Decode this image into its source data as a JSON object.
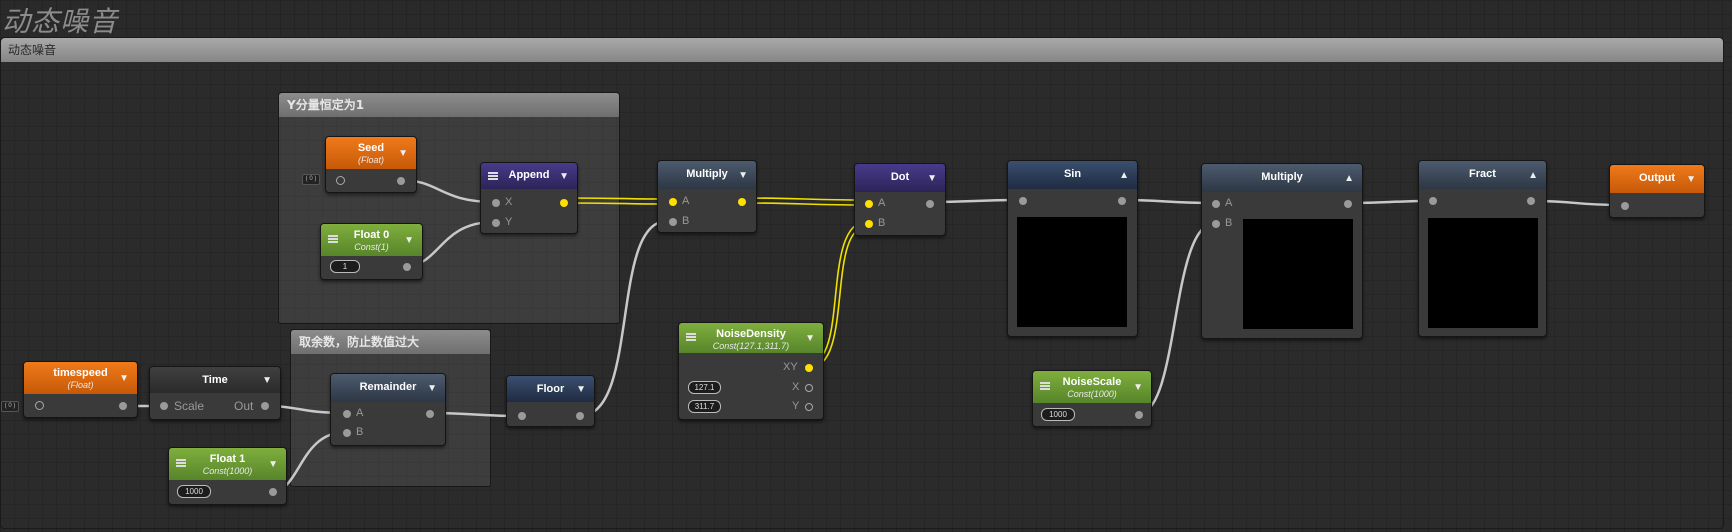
{
  "graph_title": "动态噪音",
  "outer_group_label": "动态噪音",
  "groups": {
    "y_const": "Y分量恒定为1",
    "remainder": "取余数，防止数值过大"
  },
  "nodes": {
    "seed": {
      "title": "Seed",
      "sub": "(Float)",
      "mini": "( 0 )"
    },
    "float0": {
      "title": "Float 0",
      "sub": "Const(1)",
      "value": "1"
    },
    "append": {
      "title": "Append",
      "in_x": "X",
      "in_y": "Y"
    },
    "multiply1": {
      "title": "Multiply",
      "in_a": "A",
      "in_b": "B"
    },
    "dot": {
      "title": "Dot",
      "in_a": "A",
      "in_b": "B"
    },
    "sin": {
      "title": "Sin"
    },
    "multiply2": {
      "title": "Multiply",
      "in_a": "A",
      "in_b": "B"
    },
    "fract": {
      "title": "Fract"
    },
    "output": {
      "title": "Output"
    },
    "noise_density": {
      "title": "NoiseDensity",
      "sub": "Const(127.1,311.7)",
      "out_xy": "XY",
      "out_x": "X",
      "out_y": "Y",
      "val_x": "127.1",
      "val_y": "311.7"
    },
    "noise_scale": {
      "title": "NoiseScale",
      "sub": "Const(1000)",
      "value": "1000"
    },
    "timespeed": {
      "title": "timespeed",
      "sub": "(Float)",
      "mini": "( 0 )"
    },
    "time": {
      "title": "Time",
      "in_scale": "Scale",
      "out_out": "Out"
    },
    "remainder": {
      "title": "Remainder",
      "in_a": "A",
      "in_b": "B"
    },
    "float1": {
      "title": "Float 1",
      "sub": "Const(1000)",
      "value": "1000"
    },
    "floor": {
      "title": "Floor"
    }
  },
  "colors": {
    "property": "#e06a12",
    "constant": "#6b9a35",
    "vector_op": "#3a2f72",
    "math_op": "#3e4b5e",
    "wire": "#c8c8c8",
    "wire_vector": "#f0e000",
    "port_vector": "#ffe000"
  },
  "icons": [
    "menu-icon",
    "dropdown-caret-icon",
    "collapse-caret-icon"
  ]
}
